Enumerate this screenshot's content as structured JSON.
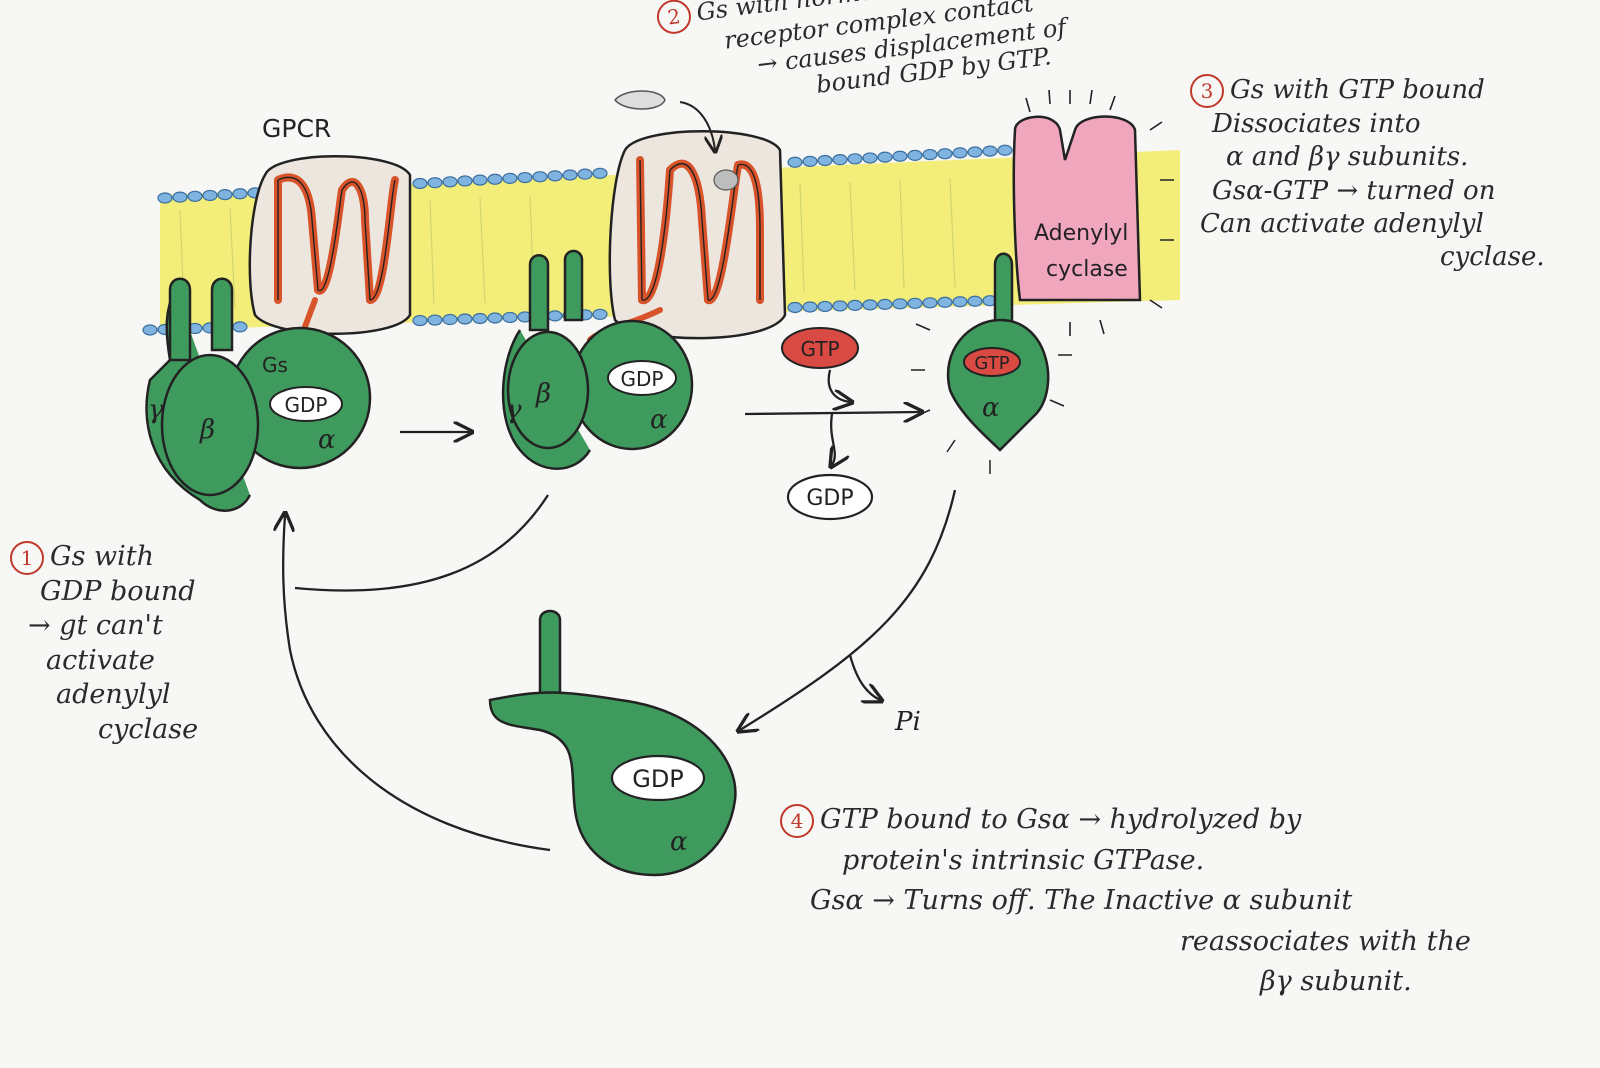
{
  "labels": {
    "gpcr": "GPCR",
    "gs": "Gs",
    "beta": "β",
    "gamma": "γ",
    "alpha": "α",
    "gdp": "GDP",
    "gtp": "GTP",
    "adenylyl_cyclase_1": "Adenylyl",
    "adenylyl_cyclase_2": "cyclase",
    "pi": "Pi"
  },
  "notes": {
    "step1": {
      "number": "1",
      "lines": [
        "Gs with",
        "GDP bound",
        "→ gt can't",
        "activate",
        "adenylyl",
        "cyclase"
      ]
    },
    "step2": {
      "number": "2",
      "lines": [
        "Gs with hormone",
        "receptor complex contact",
        "→ causes displacement of",
        "bound GDP by GTP."
      ]
    },
    "step3": {
      "number": "3",
      "lines": [
        "Gs with GTP bound",
        "Dissociates into",
        "α and βγ subunits.",
        "Gsα-GTP → turned on",
        "Can activate adenylyl",
        "cyclase."
      ]
    },
    "step4": {
      "number": "4",
      "lines": [
        "GTP bound to Gsα → hydrolyzed by",
        "protein's intrinsic GTPase.",
        "Gsα → Turns off. The Inactive α subunit",
        "reassociates with the",
        "βγ subunit."
      ]
    }
  },
  "colors": {
    "membrane": "#f3ee7a",
    "lipid_head": "#7fb3e0",
    "gprotein": "#3f9a5e",
    "receptor_fill": "#ece6de",
    "helix": "#d9532a",
    "cyclase": "#f0a6bd",
    "gtp": "#d94a43",
    "step_number": "#c0392b"
  }
}
